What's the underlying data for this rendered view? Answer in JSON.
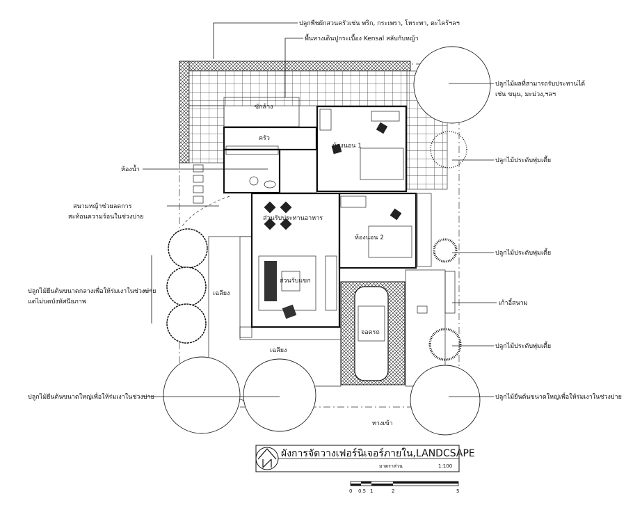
{
  "annotations": {
    "vegetables": "ปลูกพืชผักสวนครัวเช่น พริก, กระเพรา, โหระพา, ตะไคร้ฯลฯ",
    "walkway": "พื้นทางเดินปูกระเบื้อง Kensal สลับกับหญ้า",
    "fruit_trees_1": "ปลูกไม้ผลที่สามารถรับประทานได้",
    "fruit_trees_2": "เช่น ขนุน, มะม่วง,ฯลฯ",
    "bathroom": "ห้องน้ำ",
    "lawn_1": "สนามหญ้าช่วยลดการ",
    "lawn_2": "สะท้อนความร้อนในช่วงบ่าย",
    "shrub_1": "ปลูกไม้ประดับพุ่มเตี้ย",
    "shrub_2": "ปลูกไม้ประดับพุ่มเตี้ย",
    "shrub_3": "ปลูกไม้ประดับพุ่มเตี้ย",
    "medium_trees_1": "ปลูกไม้ยืนต้นขนาดกลางเพื่อให้ร่มเงาในช่วงบ่าย",
    "medium_trees_2": "แต่ไม่บดบังทัศนียภาพ",
    "garden_bench": "เก้าอี้สนาม",
    "big_trees_left": "ปลูกไม้ยืนต้นขนาดใหญ่เพื่อให้ร่มเงาในช่วงบ่าย",
    "big_trees_right": "ปลูกไม้ยืนต้นขนาดใหญ่เพื่อให้ร่มเงาในช่วงบ่าย",
    "entrance": "ทางเข้า"
  },
  "rooms": {
    "laundry": "ซักล้าง",
    "kitchen": "ครัว",
    "bedroom1": "ห้องนอน 1",
    "bedroom2": "ห้องนอน 2",
    "dining": "ส่วนรับประทานอาหาร",
    "living": "ส่วนรับแขก",
    "carport": "จอดรถ",
    "terrace1": "เฉลียง",
    "terrace2": "เฉลียง"
  },
  "title_block": {
    "title": "ผังการจัดวางเฟอร์นิเจอร์ภายใน,LANDCSAPE",
    "scale_label": "มาตราส่วน",
    "scale_value": "1:100",
    "north_letter": "N"
  },
  "scale_bar": {
    "ticks": [
      "0",
      "0.5",
      "1",
      "2",
      "5"
    ]
  }
}
